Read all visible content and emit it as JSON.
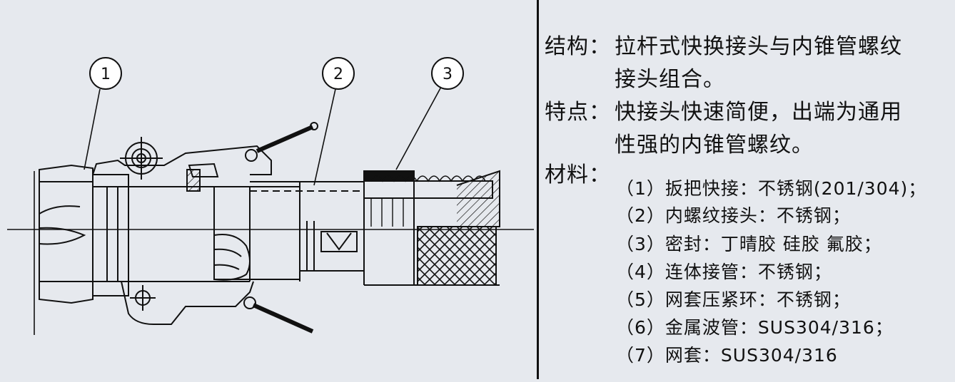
{
  "callouts": [
    {
      "num": "1"
    },
    {
      "num": "2"
    },
    {
      "num": "3"
    }
  ],
  "structure": {
    "label": "结构：",
    "line1": "拉杆式快换接头与内锥管螺纹",
    "line2": "接头组合。"
  },
  "features": {
    "label": "特点：",
    "line1": "快接头快速简便，出端为通用",
    "line2": "性强的内锥管螺纹。"
  },
  "materials": {
    "label": "材料：",
    "items": [
      "（1）扳把快接：不锈钢(201/304)；",
      "（2）内螺纹接头：不锈钢；",
      "（3）密封：丁晴胶 硅胶 氟胶；",
      "（4）连体接管：不锈钢；",
      "（5）网套压紧环：不锈钢；",
      "（6）金属波管：SUS304/316；",
      "（7）网套：SUS304/316"
    ]
  },
  "colors": {
    "background": "#e6e9ee",
    "line": "#111111"
  }
}
